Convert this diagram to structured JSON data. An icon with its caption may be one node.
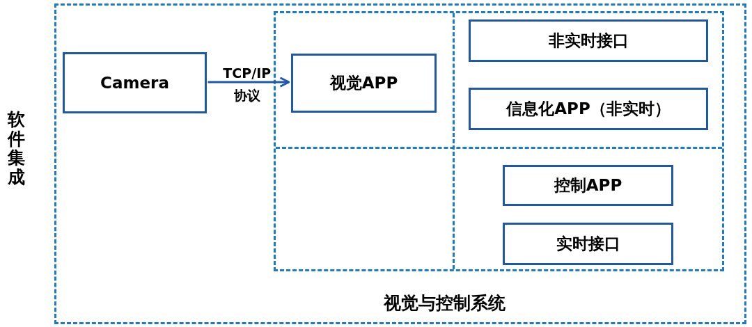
{
  "diagram": {
    "nodes": [
      {
        "text": [
          "软件集成"
        ]
      },
      {
        "text": [
          "Camera"
        ],
        "in": 0
      },
      {
        "text": [
          "视觉与控制系统"
        ],
        "in": 0
      },
      {
        "text": [
          "视觉APP"
        ],
        "in": 2
      },
      {
        "text": [
          "非实时接口"
        ],
        "in": 2
      },
      {
        "text": [
          "信息化APP（非实时）"
        ],
        "in": 2
      },
      {
        "text": [
          "控制APP"
        ],
        "in": 2
      },
      {
        "text": [
          "实时接口"
        ],
        "in": 2
      }
    ],
    "edges": [
      {
        "from": 1,
        "to": 3,
        "arrow": "to",
        "label": "TCP/IP 协议"
      }
    ]
  }
}
